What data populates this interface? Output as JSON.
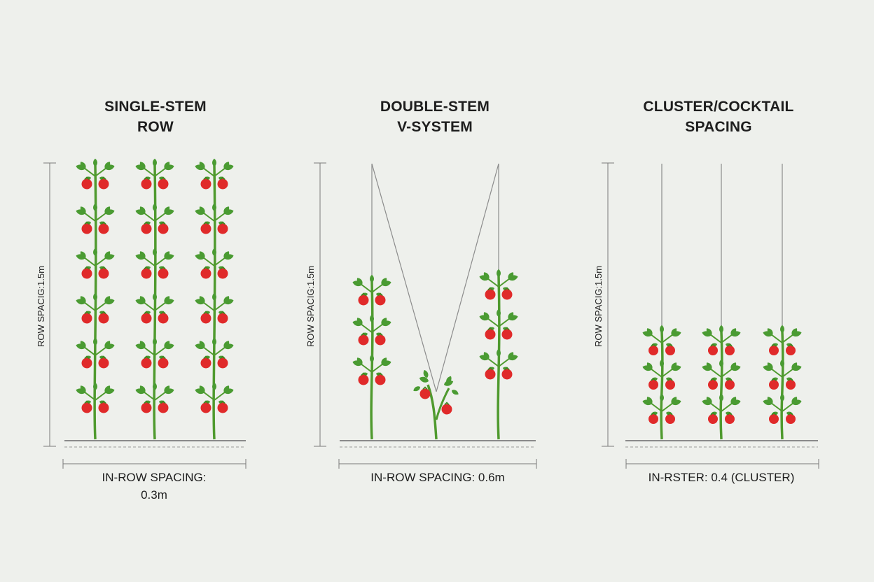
{
  "colors": {
    "background": "#eef0ec",
    "stem": "#4f9a2e",
    "leaf": "#4a9b32",
    "tomato": "#e02a2a",
    "string": "#8c8c8c",
    "text": "#1e1e1e"
  },
  "panels": [
    {
      "title_line1": "SINGLE-STEM",
      "title_line2": "ROW",
      "vertical_label": "ROW SPACIG:1.5m",
      "caption_line1": "IN-ROW SPACING:",
      "caption_line2": "0.3m"
    },
    {
      "title_line1": "DOUBLE-STEM",
      "title_line2": "V-SYSTEM",
      "vertical_label": "ROW SPACIG:1.5m",
      "caption_line1": "IN-ROW SPACING: 0.6m",
      "caption_line2": ""
    },
    {
      "title_line1": "CLUSTER/COCKTAIL",
      "title_line2": "SPACING",
      "vertical_label": "ROW SPACIG:1.5m",
      "caption_line1": "IN-RSTER:  0.4 (CLUSTER)",
      "caption_line2": ""
    }
  ]
}
